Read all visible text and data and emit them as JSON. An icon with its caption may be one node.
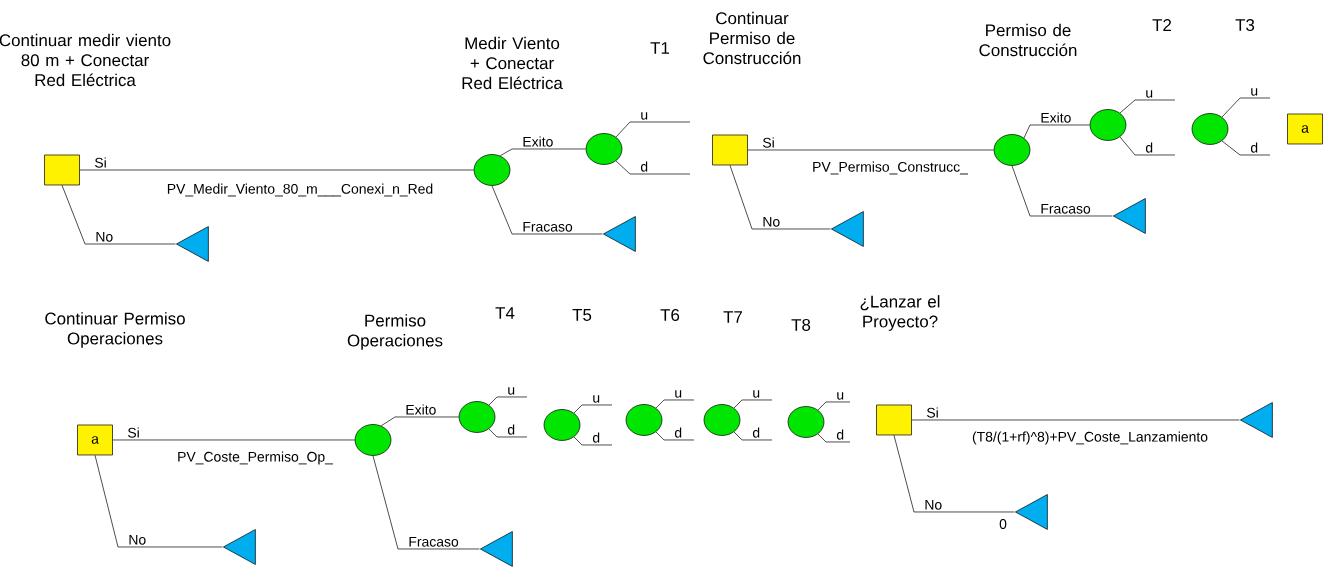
{
  "diagram": {
    "nodes": [
      {
        "text": [],
        "shape": "box"
      },
      {
        "text": [],
        "shape": "triangle"
      },
      {
        "text": [],
        "shape": "circle"
      },
      {
        "text": [],
        "shape": "triangle"
      },
      {
        "text": [],
        "shape": "circle"
      },
      {
        "text": [],
        "shape": "box"
      },
      {
        "text": [],
        "shape": "triangle"
      },
      {
        "text": [],
        "shape": "circle"
      },
      {
        "text": [],
        "shape": "triangle"
      },
      {
        "text": [],
        "shape": "circle"
      },
      {
        "text": [],
        "shape": "circle"
      },
      {
        "text": [
          "a"
        ]
      },
      {
        "text": [
          "a"
        ]
      },
      {
        "text": [],
        "shape": "triangle"
      },
      {
        "text": [],
        "shape": "circle"
      },
      {
        "text": [],
        "shape": "triangle"
      },
      {
        "text": [],
        "shape": "circle"
      },
      {
        "text": [],
        "shape": "circle"
      },
      {
        "text": [],
        "shape": "circle"
      },
      {
        "text": [],
        "shape": "circle"
      },
      {
        "text": [],
        "shape": "circle"
      },
      {
        "text": [],
        "shape": "box"
      },
      {
        "text": [],
        "shape": "triangle"
      },
      {
        "text": [],
        "shape": "triangle"
      }
    ],
    "edges": [
      {
        "from": 0,
        "to": 2,
        "arrow": "none",
        "label": "Si"
      },
      {
        "from": 0,
        "to": 1,
        "arrow": "none",
        "label": "No"
      },
      {
        "from": 2,
        "to": 4,
        "arrow": "none",
        "label": "Exito"
      },
      {
        "from": 2,
        "to": 3,
        "arrow": "none",
        "label": "Fracaso"
      },
      {
        "from": 4,
        "to": null,
        "arrow": "none",
        "label": "u"
      },
      {
        "from": 4,
        "to": null,
        "arrow": "none",
        "label": "d"
      },
      {
        "from": 5,
        "to": 7,
        "arrow": "none",
        "label": "Si"
      },
      {
        "from": 5,
        "to": 6,
        "arrow": "none",
        "label": "No"
      },
      {
        "from": 7,
        "to": 9,
        "arrow": "none",
        "label": "Exito"
      },
      {
        "from": 7,
        "to": 8,
        "arrow": "none",
        "label": "Fracaso"
      },
      {
        "from": 9,
        "to": null,
        "arrow": "none",
        "label": "u"
      },
      {
        "from": 9,
        "to": null,
        "arrow": "none",
        "label": "d"
      },
      {
        "from": 10,
        "to": null,
        "arrow": "none",
        "label": "u"
      },
      {
        "from": 10,
        "to": null,
        "arrow": "none",
        "label": "d"
      },
      {
        "from": 12,
        "to": 14,
        "arrow": "none",
        "label": "Si"
      },
      {
        "from": 12,
        "to": 13,
        "arrow": "none",
        "label": "No"
      },
      {
        "from": 14,
        "to": 16,
        "arrow": "none",
        "label": "Exito"
      },
      {
        "from": 14,
        "to": 15,
        "arrow": "none",
        "label": "Fracaso"
      },
      {
        "from": 16,
        "to": null,
        "arrow": "none",
        "label": "u"
      },
      {
        "from": 16,
        "to": null,
        "arrow": "none",
        "label": "d"
      },
      {
        "from": 17,
        "to": null,
        "arrow": "none",
        "label": "u"
      },
      {
        "from": 17,
        "to": null,
        "arrow": "none",
        "label": "d"
      },
      {
        "from": 18,
        "to": null,
        "arrow": "none",
        "label": "u"
      },
      {
        "from": 18,
        "to": null,
        "arrow": "none",
        "label": "d"
      },
      {
        "from": 19,
        "to": null,
        "arrow": "none",
        "label": "u"
      },
      {
        "from": 19,
        "to": null,
        "arrow": "none",
        "label": "d"
      },
      {
        "from": 20,
        "to": null,
        "arrow": "none",
        "label": "u"
      },
      {
        "from": 20,
        "to": null,
        "arrow": "none",
        "label": "d"
      },
      {
        "from": 21,
        "to": 22,
        "arrow": "none",
        "label": "Si"
      },
      {
        "from": 21,
        "to": 23,
        "arrow": "none",
        "label": "No"
      }
    ],
    "labels": [
      "Continuar medir viento 80 m + Conectar Red Eléctrica",
      "Medir Viento + Conectar Red Eléctrica",
      "T1",
      "Continuar Permiso de Construcción",
      "Permiso de Construcción",
      "T2",
      "T3",
      "PV_Medir_Viento_80_m___Conexi_n_Red",
      "PV_Permiso_Construcc_",
      "Continuar Permiso Operaciones",
      "Permiso Operaciones",
      "T4",
      "T5",
      "T6",
      "T7",
      "T8",
      "¿Lanzar el Proyecto?",
      "PV_Coste_Permiso_Op_",
      "(T8/(1+rf)^8)+PV_Coste_Lanzamiento",
      "0"
    ]
  }
}
